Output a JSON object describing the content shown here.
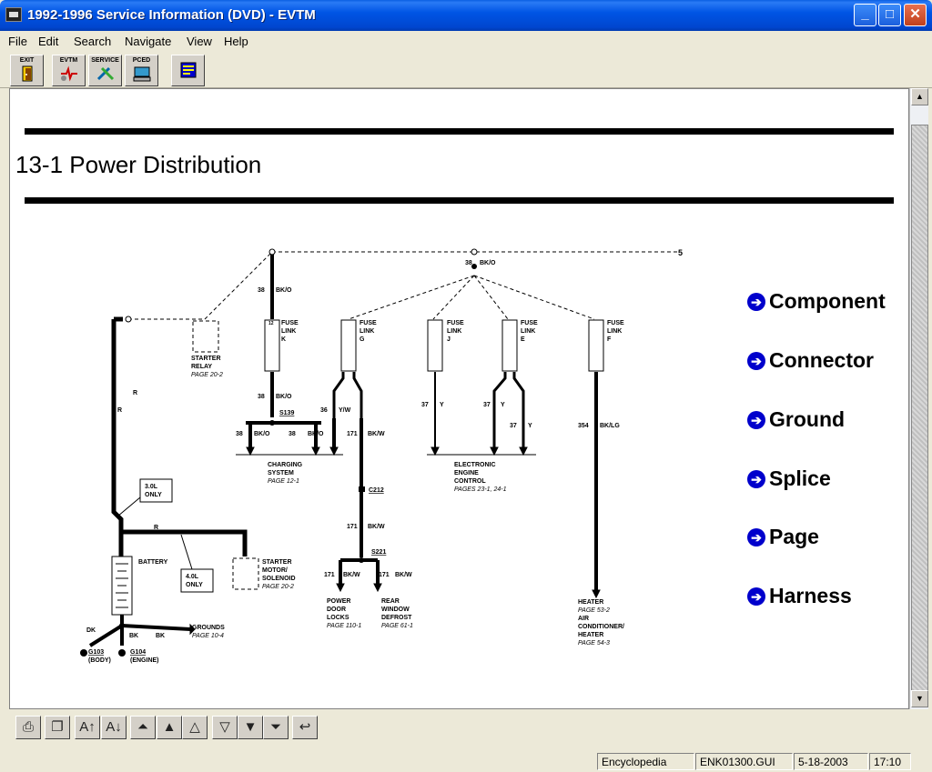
{
  "window": {
    "title": "1992-1996 Service Information (DVD) - EVTM"
  },
  "menu": [
    "File",
    "Edit",
    "Search",
    "Navigate",
    "View",
    "Help"
  ],
  "toolbar": {
    "exit": "EXIT",
    "evtm": "EVTM",
    "service": "SERVICE",
    "pced": "PCED"
  },
  "page": {
    "title": "13-1 Power Distribution"
  },
  "links": [
    "Component",
    "Connector",
    "Ground",
    "Splice",
    "Page",
    "Harness"
  ],
  "diagram": {
    "battery": "BATTERY",
    "starter_relay": [
      "STARTER",
      "RELAY"
    ],
    "starter_relay_page": "PAGE 20-2",
    "starter_motor": [
      "STARTER",
      "MOTOR/",
      "SOLENOID"
    ],
    "starter_motor_page": "PAGE 20-2",
    "note_30l": [
      "3.0L",
      "ONLY"
    ],
    "note_40l": [
      "4.0L",
      "ONLY"
    ],
    "grounds": "GROUNDS",
    "grounds_page": "PAGE 10-4",
    "g103": "G103",
    "g103_sub": "(BODY)",
    "g104": "G104",
    "g104_sub": "(ENGINE)",
    "charging": [
      "CHARGING",
      "SYSTEM"
    ],
    "charging_page": "PAGE 12-1",
    "engine_control": [
      "ELECTRONIC",
      "ENGINE",
      "CONTROL"
    ],
    "engine_control_page": "PAGES 23-1, 24-1",
    "power_door": [
      "POWER",
      "DOOR",
      "LOCKS"
    ],
    "power_door_page": "PAGE 110-1",
    "rear_window": [
      "REAR",
      "WINDOW",
      "DEFROST"
    ],
    "rear_window_page": "PAGE 61-1",
    "heater": [
      "HEATER",
      "PAGE 53-2",
      "AIR",
      "CONDITIONER/",
      "HEATER",
      "PAGE 54-3"
    ],
    "fuse_k": [
      "FUSE",
      "LINK",
      "K"
    ],
    "fuse_g": [
      "FUSE",
      "LINK",
      "G"
    ],
    "fuse_j": [
      "FUSE",
      "LINK",
      "J"
    ],
    "fuse_e": [
      "FUSE",
      "LINK",
      "E"
    ],
    "fuse_f": [
      "FUSE",
      "LINK",
      "F"
    ],
    "splice_s139": "S139",
    "splice_s221": "S221",
    "connector_c212": "C212",
    "page_ref_5": "5",
    "wire_r": "R",
    "wire_dk": "DK",
    "wire_bk": "BK",
    "w38": "38",
    "w36": "36",
    "w37": "37",
    "w171": "171",
    "w354": "354",
    "bko": "BK/O",
    "yw": "Y/W",
    "bkw": "BK/W",
    "y": "Y",
    "bklg": "BK/LG"
  },
  "navbar": [
    "print",
    "copy",
    "font-larger",
    "font-smaller",
    "first",
    "prev-page",
    "prev",
    "next",
    "next-page",
    "last",
    "back"
  ],
  "status": {
    "mode": "Encyclopedia",
    "file": "ENK01300.GUI",
    "date": "5-18-2003",
    "time": "17:10"
  }
}
